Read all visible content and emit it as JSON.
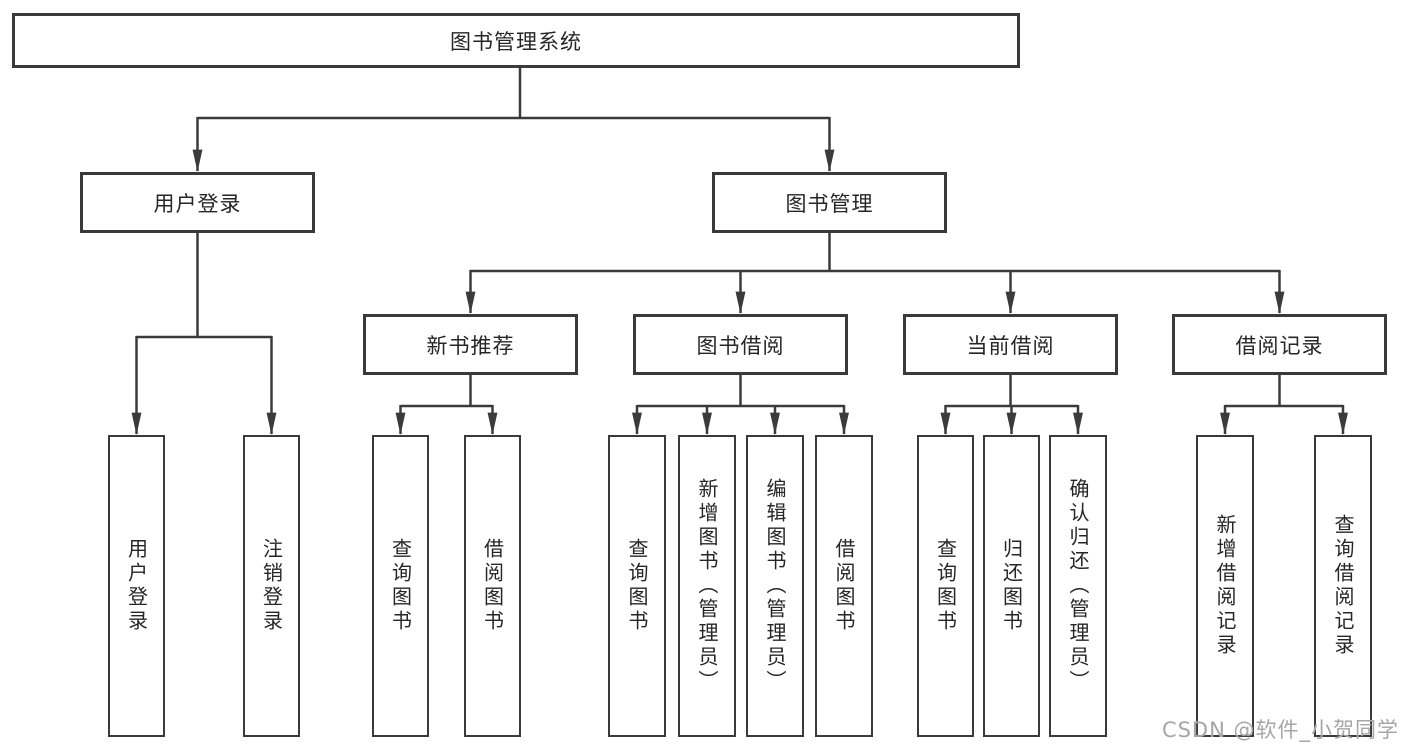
{
  "diagram": {
    "root": {
      "label": "图书管理系统"
    },
    "level2": [
      {
        "label": "用户登录"
      },
      {
        "label": "图书管理"
      }
    ],
    "level3": [
      {
        "label": "新书推荐"
      },
      {
        "label": "图书借阅"
      },
      {
        "label": "当前借阅"
      },
      {
        "label": "借阅记录"
      }
    ],
    "leaves": [
      {
        "label": "用户登录"
      },
      {
        "label": "注销登录"
      },
      {
        "label": "查询图书"
      },
      {
        "label": "借阅图书"
      },
      {
        "label": "查询图书"
      },
      {
        "label": "新增图书（管理员）"
      },
      {
        "label": "编辑图书（管理员）"
      },
      {
        "label": "借阅图书"
      },
      {
        "label": "查询图书"
      },
      {
        "label": "归还图书"
      },
      {
        "label": "确认归还（管理员）"
      },
      {
        "label": "新增借阅记录"
      },
      {
        "label": "查询借阅记录"
      }
    ]
  },
  "watermark": {
    "text": "CSDN @软件_小贺同学"
  },
  "colors": {
    "line": "#3b3b3b",
    "box_border": "#3a3a3a",
    "text": "#262626",
    "background": "#ffffff",
    "watermark": "#a6a6a6"
  }
}
